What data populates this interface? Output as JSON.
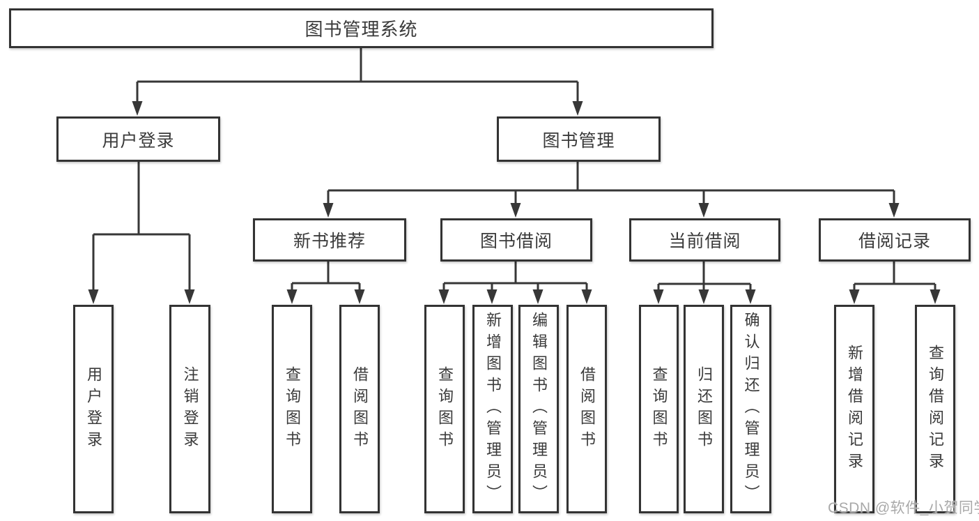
{
  "tree": {
    "root": {
      "label": "图书管理系统"
    },
    "children": [
      {
        "label": "用户登录",
        "children": [
          {
            "label": "用户登录"
          },
          {
            "label": "注销登录"
          }
        ]
      },
      {
        "label": "图书管理",
        "children": [
          {
            "label": "新书推荐",
            "children": [
              {
                "label": "查询图书"
              },
              {
                "label": "借阅图书"
              }
            ]
          },
          {
            "label": "图书借阅",
            "children": [
              {
                "label": "查询图书"
              },
              {
                "label": "新增图书（管理员）"
              },
              {
                "label": "编辑图书（管理员）"
              },
              {
                "label": "借阅图书"
              }
            ]
          },
          {
            "label": "当前借阅",
            "children": [
              {
                "label": "查询图书"
              },
              {
                "label": "归还图书"
              },
              {
                "label": "确认归还（管理员）"
              }
            ]
          },
          {
            "label": "借阅记录",
            "children": [
              {
                "label": "新增借阅记录"
              },
              {
                "label": "查询借阅记录"
              }
            ]
          }
        ]
      }
    ]
  },
  "watermark": "CSDN @软件_小贺同学",
  "colors": {
    "background": "#ffffff",
    "line": "#373737",
    "box_border": "#333333",
    "box_fill": "#ffffff",
    "text": "#3a3a3a",
    "watermark": "#a9a9a9"
  }
}
